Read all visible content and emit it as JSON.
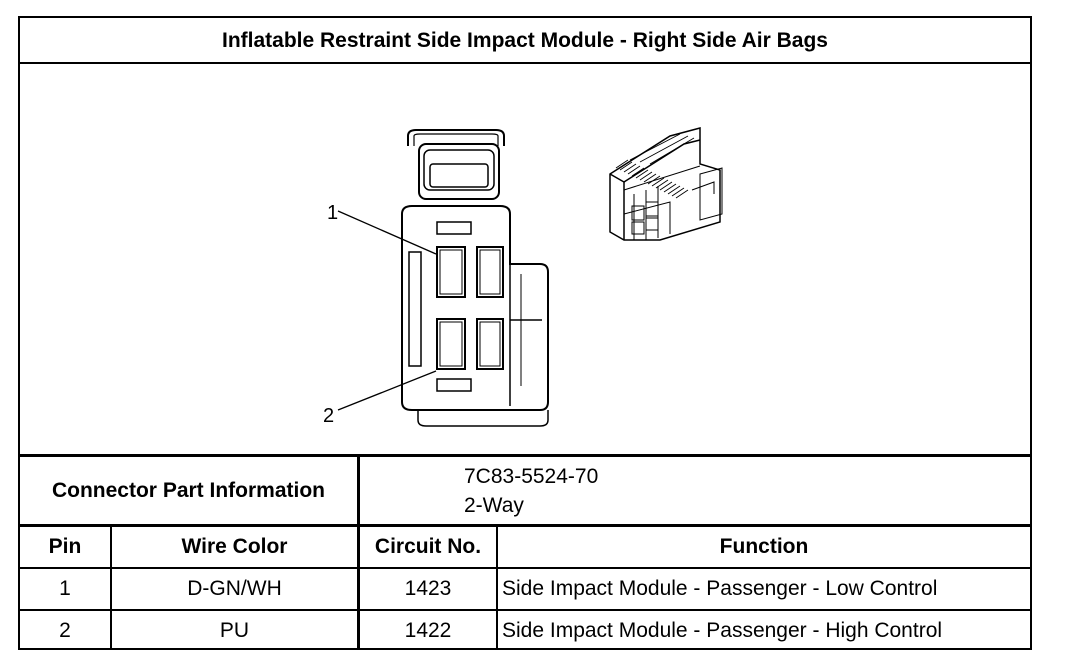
{
  "title": "Inflatable Restraint Side Impact Module - Right Side Air Bags",
  "figure": {
    "pin_callouts": [
      "1",
      "2"
    ]
  },
  "connector_info": {
    "label": "Connector Part Information",
    "part_number": "7C83-5524-70",
    "ways": "2-Way"
  },
  "table": {
    "headers": [
      "Pin",
      "Wire Color",
      "Circuit No.",
      "Function"
    ],
    "rows": [
      [
        "1",
        "D-GN/WH",
        "1423",
        "Side Impact Module - Passenger - Low Control"
      ],
      [
        "2",
        "PU",
        "1422",
        "Side Impact Module - Passenger - High Control"
      ]
    ]
  }
}
